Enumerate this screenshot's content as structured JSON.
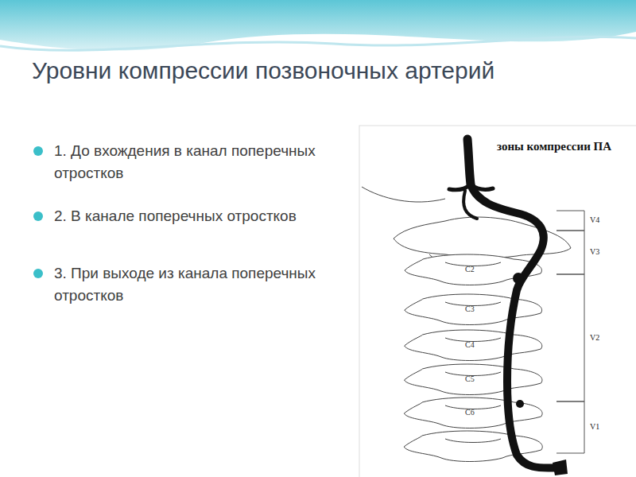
{
  "diagram": {
    "title": "Уровни компрессии позвоночных артерий",
    "labels": [
      "1. До вхождения в канал поперечных отростков",
      "2. В канале поперечных отростков",
      "3. При выходе из канала поперечных отростков",
      "зоны компрессии ПА",
      "V4",
      "V3",
      "V2",
      "V1",
      "C2",
      "C3",
      "C4",
      "C5",
      "C6"
    ]
  }
}
